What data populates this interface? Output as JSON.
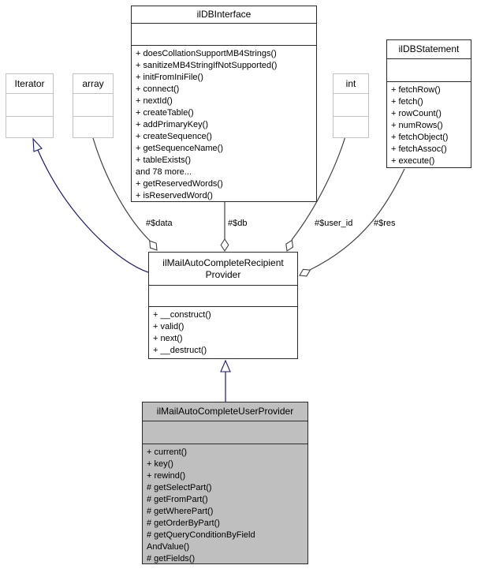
{
  "diagram": {
    "kind": "uml-collaboration-diagram",
    "classes": [
      {
        "name": "ilDBInterface",
        "lines": [
          "+ doesCollationSupportMB4Strings()",
          "+ sanitizeMB4StringIfNotSupported()",
          "+ initFromIniFile()",
          "+ connect()",
          "+ nextId()",
          "+ createTable()",
          "+ addPrimaryKey()",
          "+ createSequence()",
          "+ getSequenceName()",
          "+ tableExists()",
          "and 78 more...",
          "+ getReservedWords()",
          "+ isReservedWord()"
        ]
      },
      {
        "name": "ilDBStatement",
        "lines": [
          "+ fetchRow()",
          "+ fetch()",
          "+ rowCount()",
          "+ numRows()",
          "+ fetchObject()",
          "+ fetchAssoc()",
          "+ execute()"
        ]
      },
      {
        "name": "Iterator",
        "lines": []
      },
      {
        "name": "array",
        "lines": []
      },
      {
        "name": "int",
        "lines": []
      },
      {
        "name_lines": [
          "ilMailAutoCompleteRecipient",
          "Provider"
        ],
        "lines": [
          "+ __construct()",
          "+ valid()",
          "+ next()",
          "+ __destruct()"
        ]
      },
      {
        "name": "ilMailAutoCompleteUserProvider",
        "lines": [
          "+ current()",
          "+ key()",
          "+ rewind()",
          "# getSelectPart()",
          "# getFromPart()",
          "# getWherePart()",
          "# getOrderByPart()",
          "# getQueryConditionByField",
          "AndValue()",
          "# getFields()"
        ]
      }
    ],
    "edges": [
      {
        "label": "#$data",
        "from": "array",
        "to": "ilMailAutoCompleteRecipientProvider",
        "kind": "aggregation"
      },
      {
        "label": "#$db",
        "from": "ilDBInterface",
        "to": "ilMailAutoCompleteRecipientProvider",
        "kind": "aggregation"
      },
      {
        "label": "#$user_id",
        "from": "int",
        "to": "ilMailAutoCompleteRecipientProvider",
        "kind": "aggregation"
      },
      {
        "label": "#$res",
        "from": "ilDBStatement",
        "to": "ilMailAutoCompleteRecipientProvider",
        "kind": "aggregation"
      },
      {
        "from": "ilMailAutoCompleteRecipientProvider",
        "to": "Iterator",
        "kind": "inheritance"
      },
      {
        "from": "ilMailAutoCompleteUserProvider",
        "to": "ilMailAutoCompleteRecipientProvider",
        "kind": "inheritance"
      }
    ],
    "colors": {
      "inheritance_edge": "#191970",
      "usage_edge": "#404040",
      "focus_class_fill": "#bfbfbf",
      "external_class_border": "#c3c3c3",
      "class_border": "#2b2b2b"
    }
  }
}
